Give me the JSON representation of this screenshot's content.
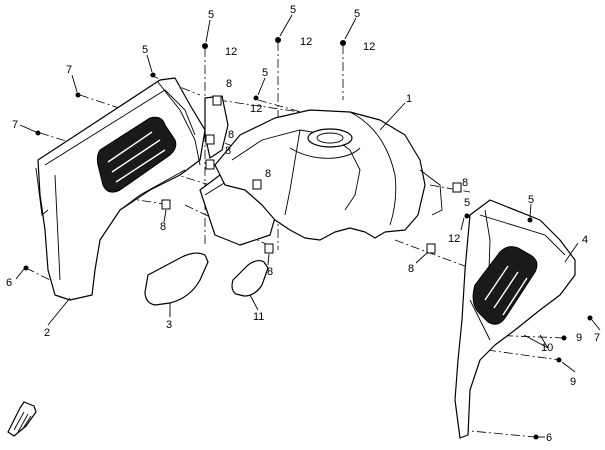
{
  "callouts": {
    "c1": "1",
    "c2": "2",
    "c3": "3",
    "c4": "4",
    "c5a": "5",
    "c5b": "5",
    "c5c": "5",
    "c5d": "5",
    "c5e": "5",
    "c5f": "5",
    "c5g": "5",
    "c6a": "6",
    "c6b": "6",
    "c7a": "7",
    "c7b": "7",
    "c7c": "7",
    "c8a": "8",
    "c8b": "8",
    "c8c": "8",
    "c8d": "8",
    "c8e": "8",
    "c8f": "8",
    "c8g": "8",
    "c8h": "8",
    "c9a": "9",
    "c9b": "9",
    "c10": "10",
    "c11": "11",
    "c12a": "12",
    "c12b": "12",
    "c12c": "12",
    "c12d": "12",
    "c12e": "12"
  },
  "icons": {
    "direction_arrow": "front-direction-arrow-icon"
  }
}
